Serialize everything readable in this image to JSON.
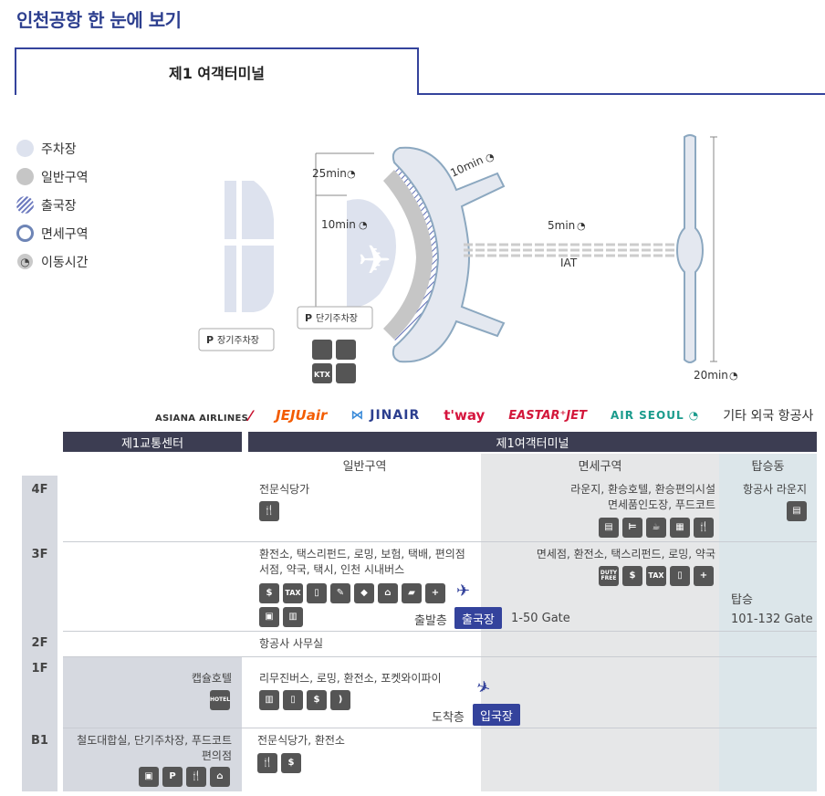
{
  "page": {
    "title": "인천공항 한 눈에 보기"
  },
  "tabs": [
    {
      "label": "제1 여객터미널",
      "active": true
    }
  ],
  "legend": [
    {
      "label": "주차장",
      "color": "#dde2ee"
    },
    {
      "label": "일반구역",
      "color": "#c6c6c6"
    },
    {
      "label": "출국장",
      "color": "#6e7bbf"
    },
    {
      "label": "면세구역",
      "color": "#6e85b6"
    },
    {
      "label": "이동시간",
      "icon": "clock-icon"
    }
  ],
  "map": {
    "times": {
      "t25": "25min",
      "t10a": "10min",
      "t10b": "10min",
      "t5": "5min",
      "t20": "20min"
    },
    "iat": "IAT",
    "long_parking": "장기주차장",
    "short_parking": "단기주차장",
    "parking_mark": "P",
    "ktx_mark": "KTX"
  },
  "airlines": {
    "asiana": "ASIANA AIRLINES",
    "jeju": "JEJUair",
    "jinair": "JINAIR",
    "tway": "t'way",
    "eastar": "EASTAR⁺JET",
    "airseoul": "AIR SEOUL",
    "others": "기타 외국 항공사"
  },
  "table": {
    "transport_header": "제1교통센터",
    "terminal_header": "제1여객터미널",
    "zones": {
      "general": "일반구역",
      "dutyfree": "면세구역",
      "boarding": "탑승동"
    },
    "floors": {
      "f4": {
        "label": "4F",
        "general": "전문식당가",
        "dutyfree1": "라운지, 환승호텔, 환승편의시설",
        "dutyfree2": "면세품인도장, 푸드코트",
        "boarding": "항공사 라운지"
      },
      "f3": {
        "label": "3F",
        "general1": "환전소, 택스리펀드, 로밍, 보험, 택배, 편의점",
        "general2": "서점, 약국, 택시, 인천 시내버스",
        "dutyfree": "면세점, 환전소, 택스리펀드, 로밍, 약국",
        "floor_name": "출발층",
        "pill": "출국장",
        "gate": "1-50 Gate",
        "boarding1": "탑승",
        "boarding2": "101-132 Gate"
      },
      "f2": {
        "label": "2F",
        "general": "항공사 사무실"
      },
      "f1": {
        "label": "1F",
        "transport": "캡슐호텔",
        "general": "리무진버스, 로밍, 환전소, 포켓와이파이",
        "floor_name": "도착층",
        "pill": "입국장"
      },
      "b1": {
        "label": "B1",
        "transport1": "철도대합실, 단기주차장, 푸드코트",
        "transport2": "편의점",
        "general": "전문식당가, 환전소"
      }
    },
    "icon_marks": {
      "tax": "TAX",
      "duty": "DUTY FREE",
      "hotel": "HOTEL",
      "p": "P"
    }
  },
  "colors": {
    "brand": "#34439c",
    "header_bg": "#3c3d52",
    "dutyfree_bg": "#e6e7e8",
    "boarding_bg": "#dce6ea",
    "floor_bg": "#d6d9e0"
  }
}
